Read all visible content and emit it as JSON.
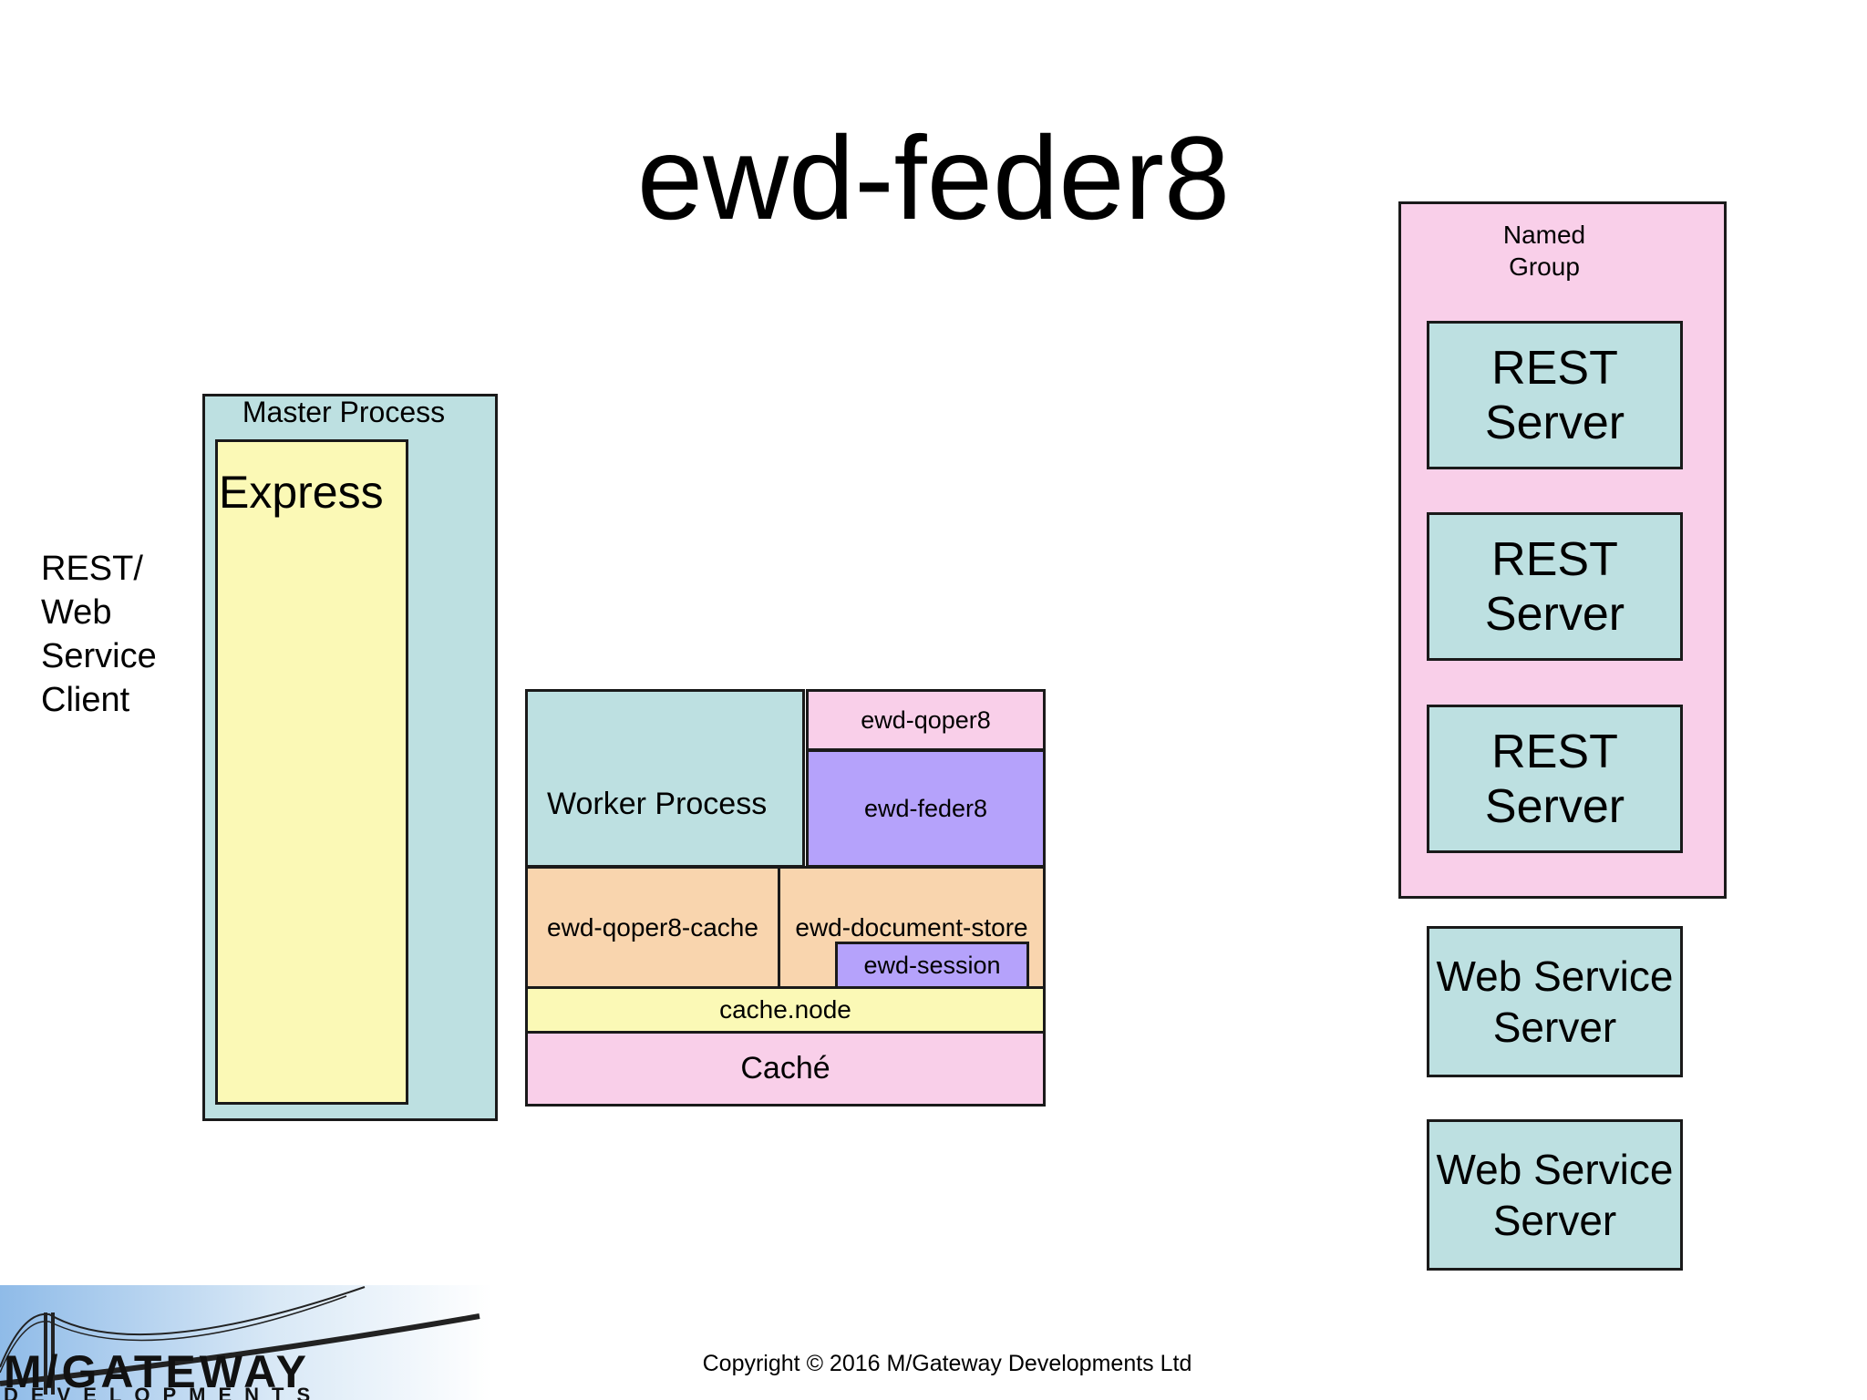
{
  "title": "ewd-feder8",
  "client": {
    "lines": [
      "REST/",
      "Web",
      "Service",
      "Client"
    ]
  },
  "master": {
    "label": "Master Process",
    "express": "Express"
  },
  "worker": {
    "label": "Worker Process",
    "qoper8": "ewd-qoper8",
    "feder8": "ewd-feder8",
    "qoper8_cache": "ewd-qoper8-cache",
    "document_store": "ewd-document-store",
    "session": "ewd-session",
    "cache_node": "cache.node",
    "cache": "Caché"
  },
  "named_group": {
    "label_lines": [
      "Named",
      "Group"
    ],
    "rest_servers": [
      {
        "line1": "REST",
        "line2": "Server"
      },
      {
        "line1": "REST",
        "line2": "Server"
      },
      {
        "line1": "REST",
        "line2": "Server"
      }
    ]
  },
  "web_service_servers": [
    {
      "line1": "Web Service",
      "line2": "Server"
    },
    {
      "line1": "Web Service",
      "line2": "Server"
    }
  ],
  "logo": {
    "line1": "M/GATEWAY",
    "line2": "DEVELOPMENTS"
  },
  "copyright": "Copyright © 2016 M/Gateway Developments Ltd",
  "colors": {
    "teal": "#bde0e1",
    "yellow": "#fbf9b6",
    "pink": "#f9cfe9",
    "purple": "#b5a2fb",
    "peach": "#f9d5ae"
  }
}
